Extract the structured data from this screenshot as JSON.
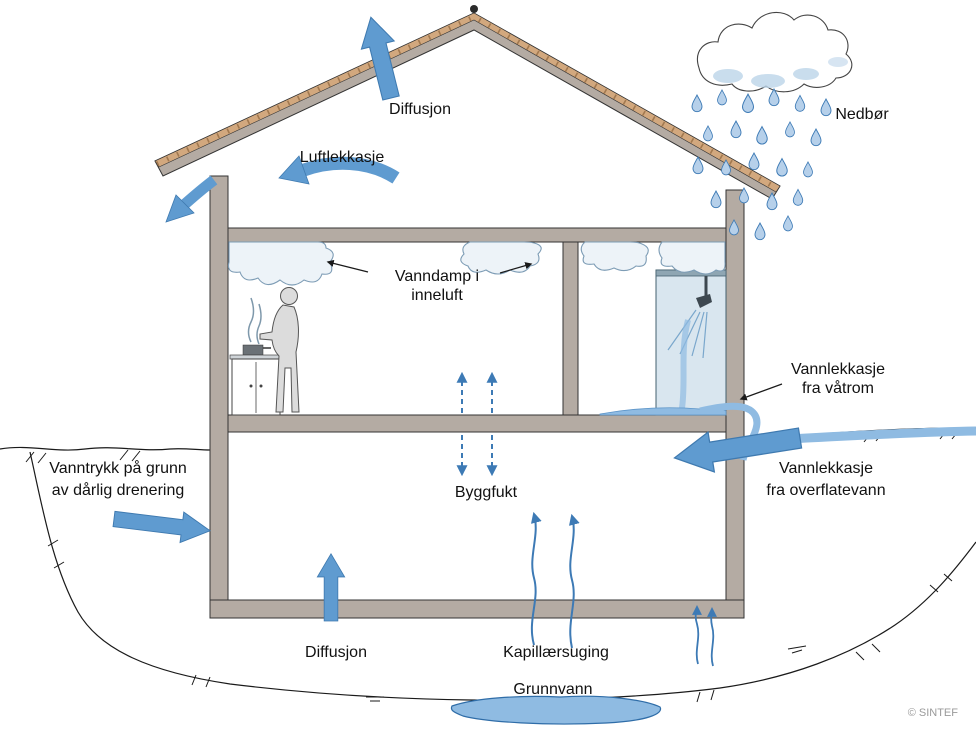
{
  "meta": {
    "copyright": "© SINTEF"
  },
  "colors": {
    "wall": "#b4aba3",
    "roof_tile": "#d2a87e",
    "arrow_blue": "#5f9bd0",
    "deep_blue": "#3d7ab5",
    "water_blue": "#8fbbe2",
    "drop_fill": "#b6d0ea",
    "shower_glass": "#d9e6ef",
    "vapor": "#edf3f8"
  },
  "labels": {
    "diffusjon_roof": "Diffusjon",
    "luftlekkasje": "Luftlekkasje",
    "nedbor": "Nedbør",
    "vanndamp": [
      "Vanndamp i",
      "inneluft"
    ],
    "vannlekkasje_vatrom": [
      "Vannlekkasje",
      "fra våtrom"
    ],
    "vanntrykk": [
      "Vanntrykk på grunn",
      "av dårlig drenering"
    ],
    "byggfukt": "Byggfukt",
    "vannlekkasje_overflatevann": [
      "Vannlekkasje",
      "fra overflatevann"
    ],
    "diffusjon_grunn": "Diffusjon",
    "kapillaersuging": "Kapillærsuging",
    "grunnvann": "Grunnvann"
  }
}
